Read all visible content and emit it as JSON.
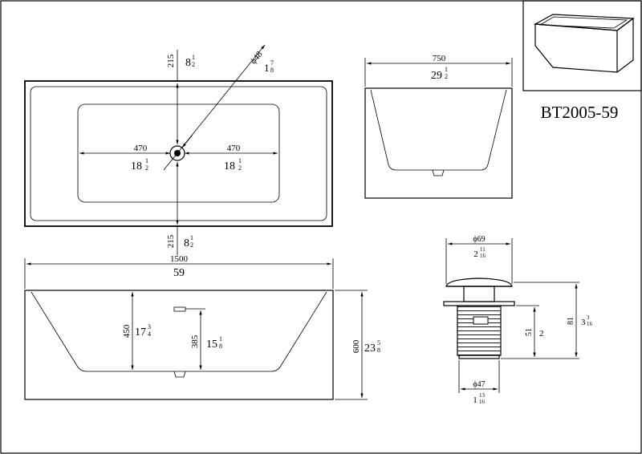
{
  "model": "BT2005-59",
  "top_view": {
    "d_215_top": "215",
    "d_215_top_in_whole": "8",
    "d_215_top_in_num": "1",
    "d_215_top_in_den": "2",
    "d_215_bot": "215",
    "d_215_bot_in_whole": "8",
    "d_215_bot_in_num": "1",
    "d_215_bot_in_den": "2",
    "d_48": "ϕ48",
    "d_48_in_whole": "1",
    "d_48_in_num": "7",
    "d_48_in_den": "8",
    "d_470_left": "470",
    "d_470_left_in_whole": "18",
    "d_470_left_in_num": "1",
    "d_470_left_in_den": "2",
    "d_470_right": "470",
    "d_470_right_in_whole": "18",
    "d_470_right_in_num": "1",
    "d_470_right_in_den": "2"
  },
  "side_view": {
    "d_750": "750",
    "d_750_in_whole": "29",
    "d_750_in_num": "1",
    "d_750_in_den": "2"
  },
  "front_view": {
    "d_1500": "1500",
    "d_1500_in": "59",
    "d_450": "450",
    "d_450_in_whole": "17",
    "d_450_in_num": "3",
    "d_450_in_den": "4",
    "d_385": "385",
    "d_385_in_whole": "15",
    "d_385_in_num": "1",
    "d_385_in_den": "8",
    "d_600": "600",
    "d_600_in_whole": "23",
    "d_600_in_num": "5",
    "d_600_in_den": "8"
  },
  "drain": {
    "d_69": "ϕ69",
    "d_69_in_whole": "2",
    "d_69_in_num": "11",
    "d_69_in_den": "16",
    "d_47": "ϕ47",
    "d_47_in_whole": "1",
    "d_47_in_num": "13",
    "d_47_in_den": "16",
    "d_81": "81",
    "d_81_in_whole": "3",
    "d_81_in_num": "3",
    "d_81_in_den": "16",
    "d_51": "51",
    "d_51_in": "2"
  }
}
